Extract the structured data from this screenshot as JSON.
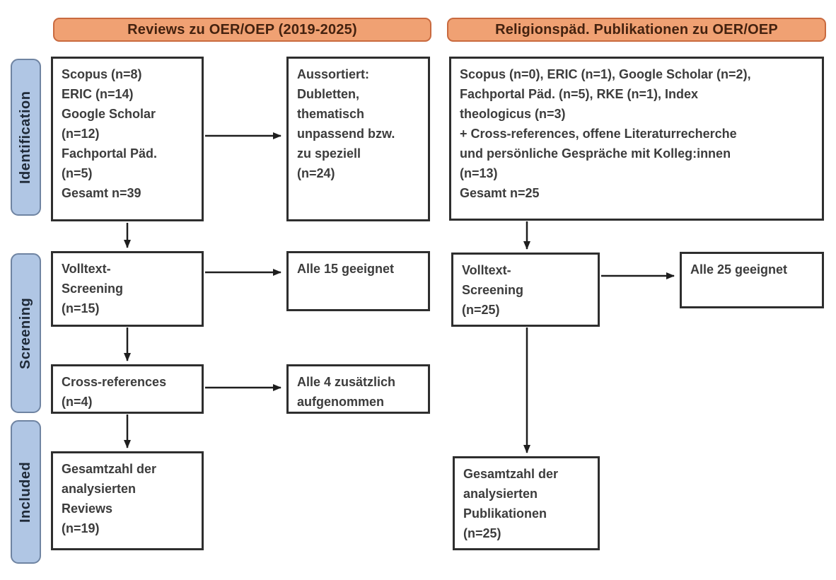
{
  "stage_labels": {
    "identification": "Identification",
    "screening": "Screening",
    "included": "Included"
  },
  "columns": {
    "left": {
      "header": "Reviews zu OER/OEP (2019-2025)",
      "boxes": {
        "sources": "Scopus (n=8)\nERIC (n=14)\nGoogle Scholar\n(n=12)\nFachportal Päd.\n(n=5)\nGesamt n=39",
        "excluded": "Aussortiert:\nDubletten,\nthematisch\nunpassend bzw.\nzu speziell\n(n=24)",
        "fulltext_screening": "Volltext-\nScreening\n(n=15)",
        "fulltext_result": "Alle 15 geeignet",
        "cross_references": "Cross-references\n(n=4)",
        "cross_references_result": "Alle 4 zusätzlich\naufgenommen",
        "total_included": "Gesamtzahl der\nanalysierten\nReviews\n(n=19)"
      }
    },
    "right": {
      "header": "Religionspäd. Publikationen zu OER/OEP",
      "boxes": {
        "sources": "Scopus (n=0), ERIC (n=1), Google Scholar (n=2),\nFachportal Päd. (n=5), RKE (n=1), Index\ntheologicus (n=3)\n+ Cross-references, offene Literaturrecherche\nund persönliche Gespräche mit Kolleg:innen\n(n=13)\nGesamt n=25",
        "fulltext_screening": "Volltext-\nScreening\n(n=25)",
        "fulltext_result": "Alle 25 geeignet",
        "total_included": "Gesamtzahl der\nanalysierten\nPublikationen\n(n=25)"
      }
    }
  },
  "colors": {
    "header_fill": "#F0A173",
    "header_border": "#C96A3F",
    "header_text": "#44220F",
    "stage_fill": "#B0C6E4",
    "stage_border": "#6F84A2",
    "stage_text": "#1F2A38",
    "box_border": "#2E2E2E",
    "box_text": "#3C3C3C",
    "arrow": "#1E1E1E"
  }
}
